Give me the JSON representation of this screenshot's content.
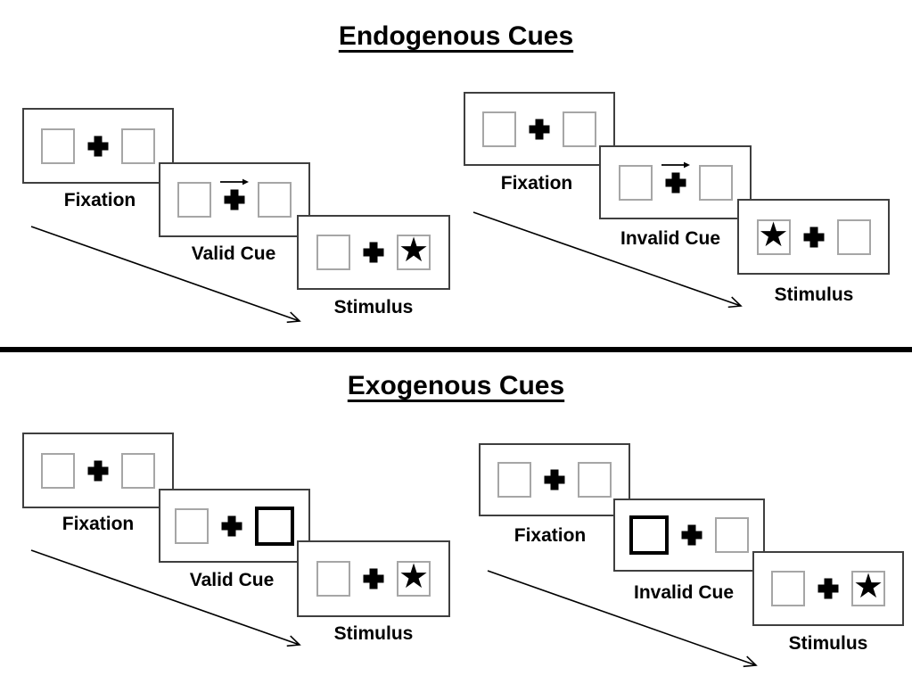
{
  "glyphs": {
    "star": "★"
  },
  "colors": {
    "background": "#ffffff",
    "ink": "#000000",
    "panel_border": "#3f3f3f",
    "square_border": "#a6a6a6",
    "cue_square_border": "#000000"
  },
  "sections": [
    {
      "title": "Endogenous Cues",
      "cue_style": "central-arrow",
      "sequences": [
        {
          "name": "valid",
          "panels": [
            {
              "label": "Fixation",
              "type": "fixation"
            },
            {
              "label": "Valid Cue",
              "type": "cue",
              "cue_arrow_direction": "right"
            },
            {
              "label": "Stimulus",
              "type": "stimulus",
              "star_side": "right"
            }
          ]
        },
        {
          "name": "invalid",
          "panels": [
            {
              "label": "Fixation",
              "type": "fixation"
            },
            {
              "label": "Invalid Cue",
              "type": "cue",
              "cue_arrow_direction": "right"
            },
            {
              "label": "Stimulus",
              "type": "stimulus",
              "star_side": "left"
            }
          ]
        }
      ]
    },
    {
      "title": "Exogenous Cues",
      "cue_style": "peripheral-highlight",
      "sequences": [
        {
          "name": "valid",
          "panels": [
            {
              "label": "Fixation",
              "type": "fixation"
            },
            {
              "label": "Valid Cue",
              "type": "cue",
              "highlighted_box": "right"
            },
            {
              "label": "Stimulus",
              "type": "stimulus",
              "star_side": "right"
            }
          ]
        },
        {
          "name": "invalid",
          "panels": [
            {
              "label": "Fixation",
              "type": "fixation"
            },
            {
              "label": "Invalid Cue",
              "type": "cue",
              "highlighted_box": "left"
            },
            {
              "label": "Stimulus",
              "type": "stimulus",
              "star_side": "right"
            }
          ]
        }
      ]
    }
  ]
}
